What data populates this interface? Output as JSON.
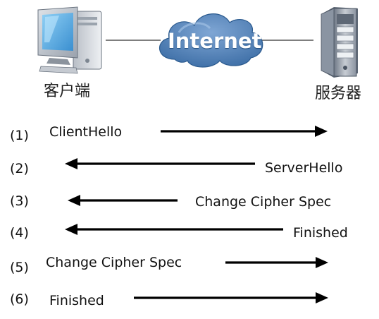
{
  "network": {
    "client_label": "客户端",
    "internet_label": "Internet",
    "server_label": "服务器"
  },
  "colors": {
    "cloud_fill": "#4a7cb2",
    "cloud_edge": "#2b5a8e",
    "arrow": "#000000",
    "text": "#111111"
  },
  "icons": {
    "client": "desktop-computer-icon",
    "cloud": "cloud-icon",
    "server": "server-tower-icon"
  },
  "steps": [
    {
      "number": "(1)",
      "message": "ClientHello",
      "direction": "client-to-server"
    },
    {
      "number": "(2)",
      "message": "ServerHello",
      "direction": "server-to-client"
    },
    {
      "number": "(3)",
      "message": "Change Cipher Spec",
      "direction": "server-to-client"
    },
    {
      "number": "(4)",
      "message": "Finished",
      "direction": "server-to-client"
    },
    {
      "number": "(5)",
      "message": "Change Cipher Spec",
      "direction": "client-to-server"
    },
    {
      "number": "(6)",
      "message": "Finished",
      "direction": "client-to-server"
    }
  ]
}
